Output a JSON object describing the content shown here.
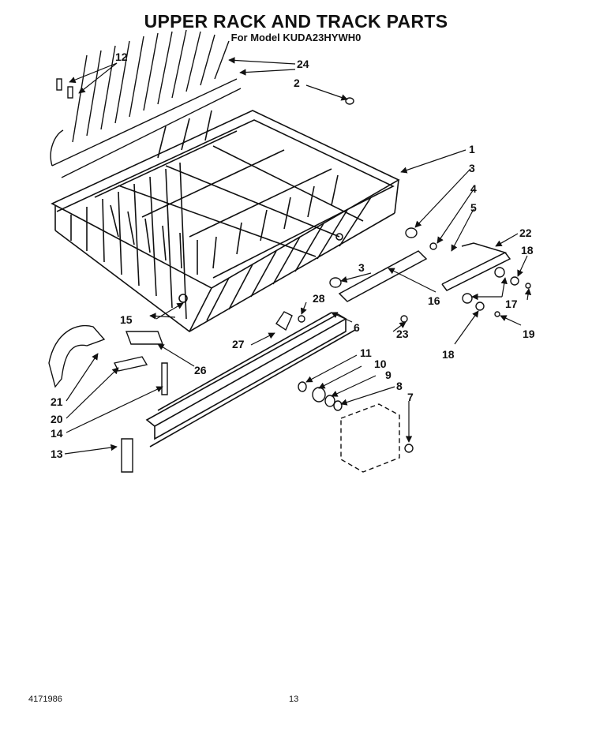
{
  "header": {
    "title": "UPPER RACK AND TRACK PARTS",
    "subtitle": "For Model KUDA23HYWH0"
  },
  "footer": {
    "part_number": "4171986",
    "page_number": "13"
  },
  "callouts": [
    "1",
    "2",
    "3",
    "3",
    "4",
    "5",
    "6",
    "7",
    "8",
    "9",
    "10",
    "11",
    "12",
    "13",
    "14",
    "15",
    "16",
    "17",
    "18",
    "18",
    "19",
    "20",
    "21",
    "22",
    "23",
    "24",
    "26",
    "27",
    "28"
  ],
  "parts": {
    "upper_rack": "upper-rack",
    "track": "track-rail",
    "tine_rows": "tine-rows"
  }
}
